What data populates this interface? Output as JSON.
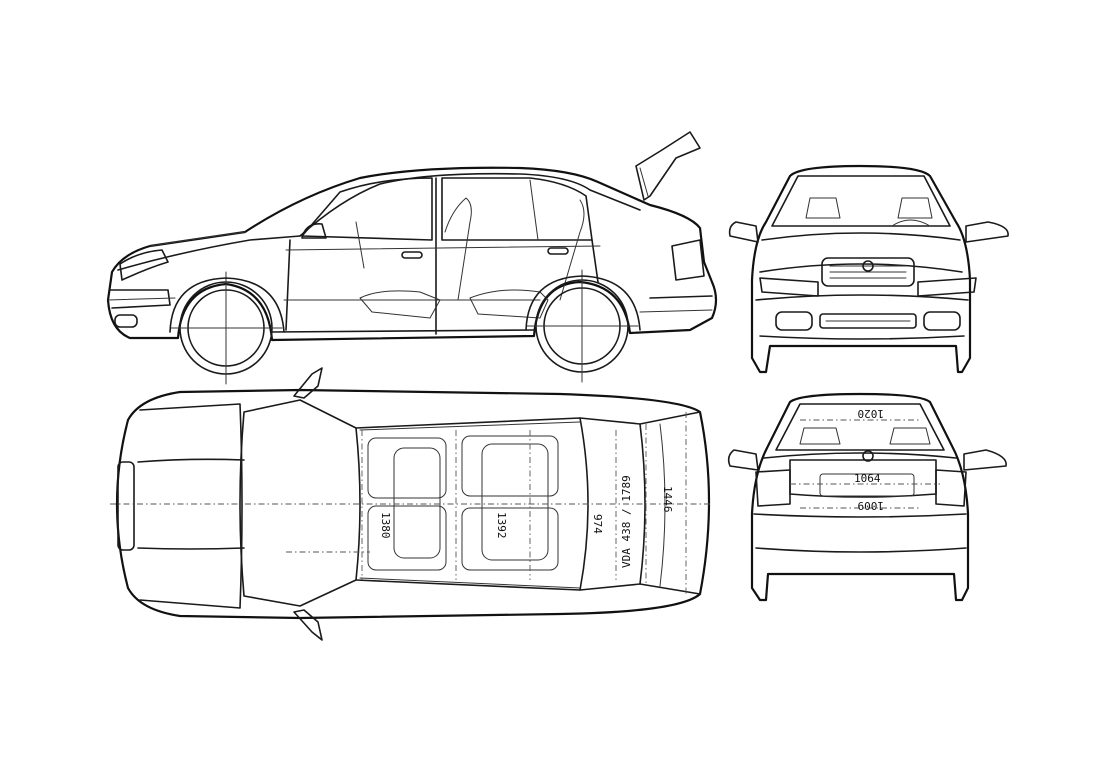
{
  "drawing": {
    "views": [
      "side",
      "front",
      "top",
      "rear"
    ],
    "dimensions": {
      "rear_track_top": "1020",
      "rear_width_mid": "1064",
      "rear_width_low": "1009",
      "cabin_front": "1380",
      "cabin_rear": "1392",
      "boot_length": "974",
      "boot_volume": "VDA 438 / 1789",
      "rear_overall": "1446"
    },
    "colors": {
      "line": "#1a1a1a",
      "background": "#ffffff"
    }
  }
}
